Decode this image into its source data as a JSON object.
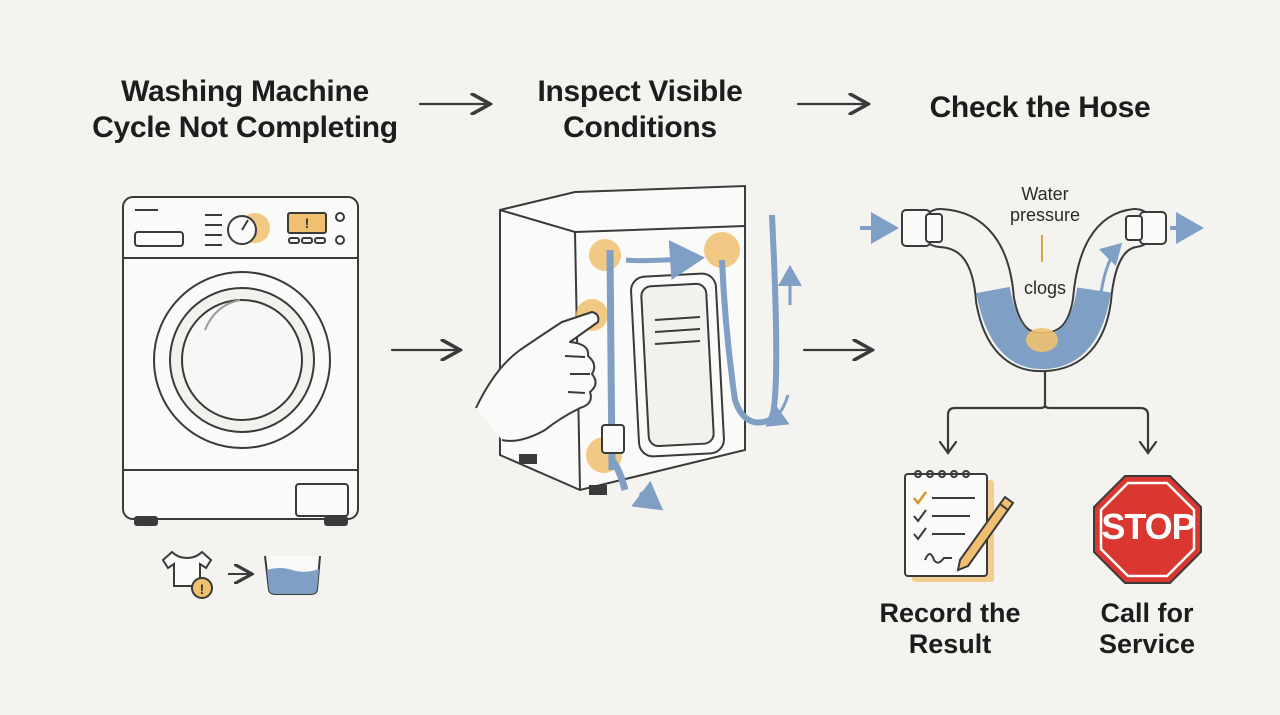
{
  "steps": {
    "step1_title": "Washing Machine Cycle Not Completing",
    "step2_title": "Inspect Visible Conditions",
    "step3_title": "Check the Hose"
  },
  "hose": {
    "pressure_label": "Water pressure",
    "clog_label": "clogs"
  },
  "outcomes": {
    "record_label": "Record the Result",
    "service_label": "Call for Service",
    "stop_sign_text": "STOP"
  },
  "colors": {
    "highlight": "#f0c070",
    "water": "#7f9fc4",
    "ink": "#3a3a3a",
    "stop_red": "#d9372f"
  }
}
